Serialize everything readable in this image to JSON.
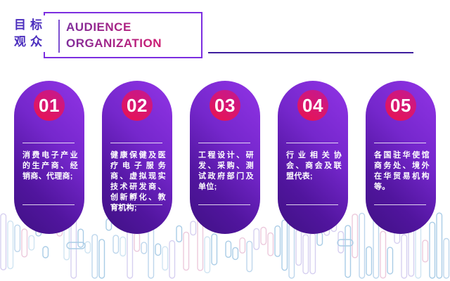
{
  "header": {
    "title_cn_line1": "目标",
    "title_cn_line2": "观众",
    "title_en_line1": "AUDIENCE",
    "title_en_line2": "ORGANIZATION"
  },
  "cards": [
    {
      "number": "01",
      "text": "消费电子产业的生产商、经销商、代理商;"
    },
    {
      "number": "02",
      "text": "健康保健及医疗电子服务商、虚拟现实技术研发商、创新孵化、教育机构;"
    },
    {
      "number": "03",
      "text": "工程设计、研发、采购、测试政府部门及单位;"
    },
    {
      "number": "04",
      "text": "行业相关协会、商会及联盟代表;"
    },
    {
      "number": "05",
      "text": "各国驻华使馆商务处、境外在华贸易机构等。"
    }
  ],
  "colors": {
    "title_cn": "#4c2fbe",
    "title_en_gradient": [
      "#7c2d9c",
      "#cf1a70"
    ],
    "frame_border": "#7c2ee0",
    "header_rule": "#3e1e9e",
    "card_gradient": [
      "#9134e6",
      "#3f1184"
    ],
    "badge_gradient": [
      "#c5188f",
      "#e9134e"
    ],
    "card_text": "#ffffff",
    "wave_palette": [
      "#bdd6ec",
      "#ecc9dc",
      "#d6cff0",
      "#cfe4f2",
      "#a9cce6"
    ]
  }
}
